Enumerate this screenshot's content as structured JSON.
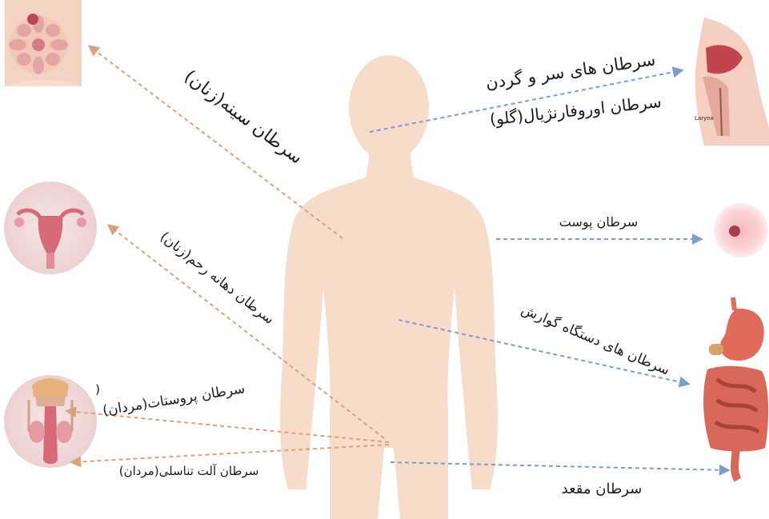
{
  "labels": {
    "breast": "سرطان سینه(زنان)",
    "cervix": "سرطان دهانه رحم(زنان)",
    "prostate": "سرطان پروستات(مردان)",
    "prostate_mark": ")",
    "genital": "سرطان آلت تناسلی(مردان)",
    "head_neck": "سرطان های سر و گردن",
    "oropharynx": "سرطان اوروفارنژیال(گلو)",
    "skin": "سرطان پوست",
    "digestive": "سرطان های دستگاه گوارش",
    "anal": "سرطان مقعد",
    "larynx_tag": "Larynx"
  },
  "colors": {
    "body_fill": "#f7dcc9",
    "female_arrow": "#d9a27c",
    "male_arrow": "#7c9ccd",
    "organ_bg": "#f1d9d8",
    "organ_pink": "#d76a79"
  },
  "icons": [
    "breast-illustration",
    "uterus-illustration",
    "male-reproductive-illustration",
    "throat-illustration",
    "skin-illustration",
    "digestive-illustration"
  ]
}
